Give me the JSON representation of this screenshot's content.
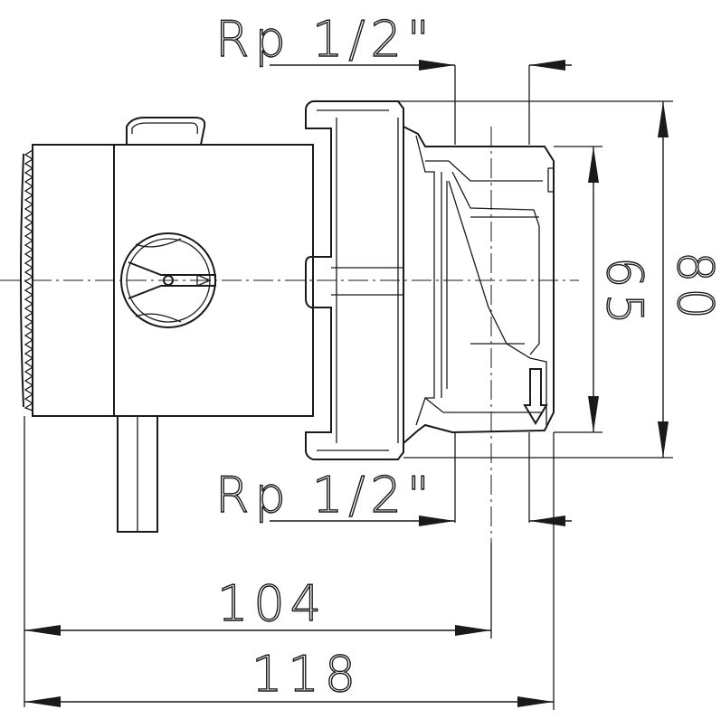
{
  "dimensions": {
    "thread_top": "Rp 1/2\"",
    "thread_bottom": "Rp 1/2\"",
    "inner_diameter": "65",
    "outer_diameter": "80",
    "length_short": "104",
    "length_total": "118"
  }
}
